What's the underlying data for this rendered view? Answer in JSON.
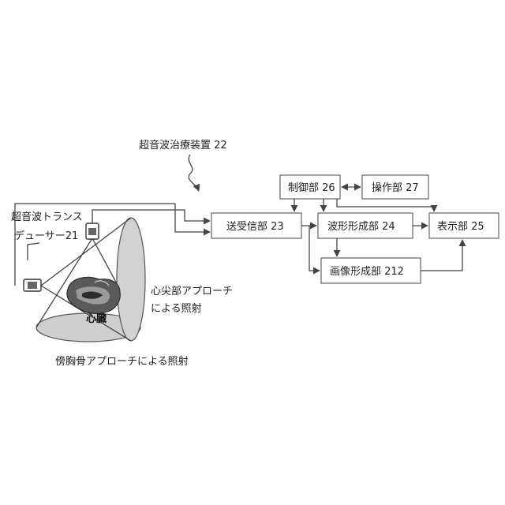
{
  "diagram": {
    "device_label": "超音波治療装置 22",
    "blocks": {
      "control": "制御部 26",
      "operation": "操作部 27",
      "tx_rx": "送受信部 23",
      "waveform": "波形形成部 24",
      "display": "表示部 25",
      "image_forming": "画像形成部 212"
    },
    "transducer_label_line1": "超音波トランス",
    "transducer_label_line2": "デューサー21",
    "apex_label_line1": "心尖部アプローチ",
    "apex_label_line2": "による照射",
    "heart_label": "心臓",
    "parasternal_label": "傍胸骨アプローチによる照射"
  }
}
